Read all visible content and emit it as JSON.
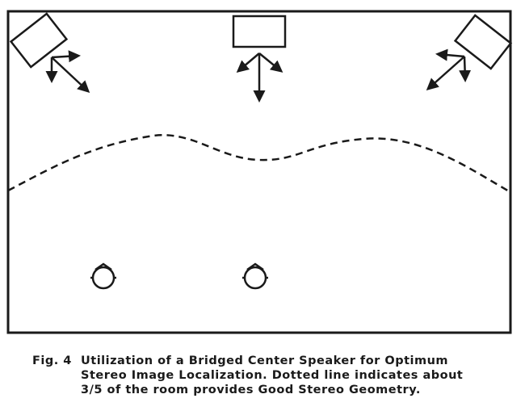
{
  "figure": {
    "caption_number": "Fig. 4",
    "caption_lines": [
      "Utilization of a Bridged Center Speaker for Optimum",
      "Stereo Image Localization. Dotted line indicates about",
      "3/5 of the room provides Good Stereo Geometry."
    ]
  },
  "diagram": {
    "speakers": [
      "left-speaker",
      "center-speaker",
      "right-speaker"
    ],
    "listeners": 2,
    "boundary_style": "dashed",
    "ink_color": "#1a1a1a",
    "paper_color": "#ffffff"
  }
}
